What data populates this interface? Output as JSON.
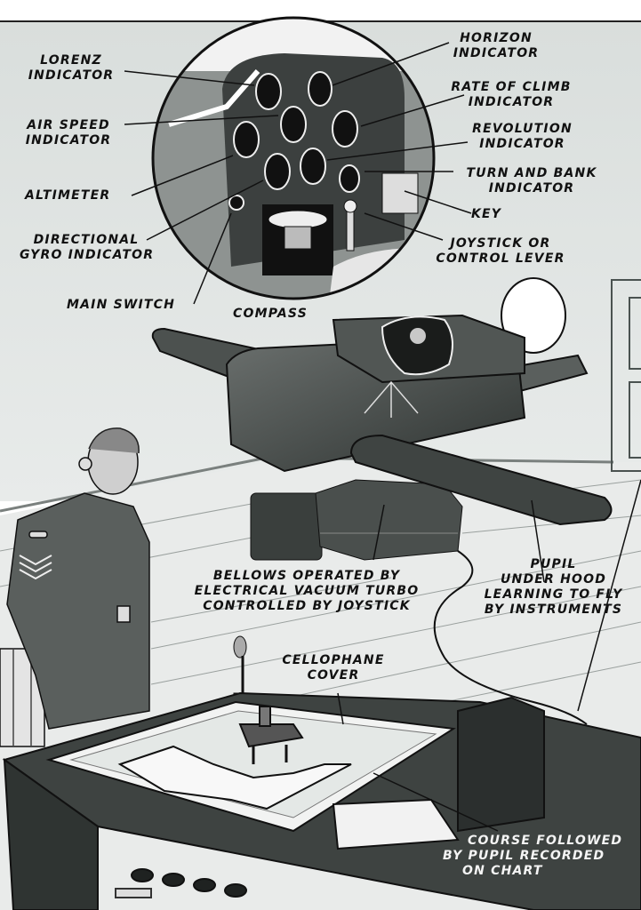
{
  "colors": {
    "paper": "#ffffff",
    "wall": "#dfe3e1",
    "floor": "#e9ebea",
    "ink": "#111111",
    "dark_metal": "#3d4240",
    "mid_metal": "#5b605e",
    "label_light": "#f4f4f4"
  },
  "inset": {
    "subject": "cockpit-instrument-panel",
    "labels": {
      "lorenz": [
        "LORENZ",
        "INDICATOR"
      ],
      "air_speed": [
        "AIR SPEED",
        "INDICATOR"
      ],
      "altimeter": [
        "ALTIMETER"
      ],
      "directional_gyro": [
        "DIRECTIONAL",
        "GYRO INDICATOR"
      ],
      "main_switch": [
        "MAIN SWITCH"
      ],
      "compass": [
        "COMPASS"
      ],
      "horizon": [
        "HORIZON",
        "INDICATOR"
      ],
      "rate_of_climb": [
        "RATE OF CLIMB",
        "INDICATOR"
      ],
      "revolution": [
        "REVOLUTION",
        "INDICATOR"
      ],
      "turn_and_bank": [
        "TURN AND BANK",
        "INDICATOR"
      ],
      "key": [
        "KEY"
      ],
      "joystick": [
        "JOYSTICK OR",
        "CONTROL LEVER"
      ]
    }
  },
  "scene": {
    "labels": {
      "bellows": [
        "BELLOWS OPERATED BY",
        "ELECTRICAL VACUUM TURBO",
        "CONTROLLED BY JOYSTICK"
      ],
      "pupil": [
        "PUPIL",
        "UNDER HOOD",
        "LEARNING TO FLY",
        "BY INSTRUMENTS"
      ],
      "cellophane": [
        "CELLOPHANE",
        "COVER"
      ],
      "course": [
        "COURSE FOLLOWED",
        "BY PUPIL RECORDED",
        "ON CHART"
      ]
    }
  }
}
